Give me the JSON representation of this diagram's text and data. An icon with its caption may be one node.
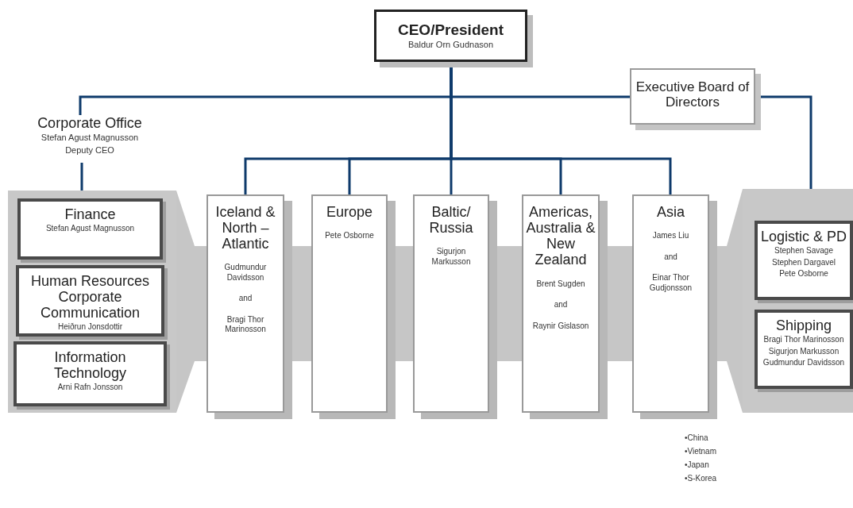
{
  "diagram": {
    "nodes": [
      {
        "text": [
          "CEO/President",
          "Baldur Orn Gudnason"
        ]
      },
      {
        "text": [
          "Executive Board of Directors"
        ]
      },
      {
        "text": [
          "Corporate Office",
          "Stefan Agust Magnusson",
          "Deputy CEO"
        ]
      },
      {
        "text": [],
        "shape": "box"
      },
      {
        "text": [
          "Finance",
          "Stefan Agust Magnusson"
        ],
        "in": 3
      },
      {
        "text": [
          "Human Resources Corporate Communication",
          "Heiðrun Jonsdottir"
        ],
        "in": 3
      },
      {
        "text": [
          "Information Technology",
          "Arni Rafn Jonsson"
        ],
        "in": 3
      },
      {
        "text": [
          "Iceland & North – Atlantic",
          "Gudmundur Davidsson",
          "and",
          "Bragi Thor Marinosson"
        ]
      },
      {
        "text": [
          "Europe",
          "Pete Osborne"
        ]
      },
      {
        "text": [
          "Baltic/ Russia",
          "Sigurjon Markusson"
        ]
      },
      {
        "text": [
          "Americas, Australia & New Zealand",
          "Brent Sugden",
          "and",
          "Raynir Gislason"
        ]
      },
      {
        "text": [
          "Asia",
          "James Liu",
          "and",
          "Einar Thor Gudjonsson"
        ]
      },
      {
        "text": [],
        "shape": "box"
      },
      {
        "text": [
          "Logistic & PD",
          "Stephen Savage",
          "Stephen Dargavel",
          "Pete Osborne"
        ],
        "in": 12
      },
      {
        "text": [
          "Shipping",
          "Bragi Thor Marinosson",
          "Sigurjon Markusson",
          "Gudmundur Davidsson"
        ],
        "in": 12
      }
    ],
    "edges": [
      {
        "from": 0,
        "to": 2,
        "arrow": "none"
      },
      {
        "from": 0,
        "to": 1,
        "arrow": "none"
      },
      {
        "from": 1,
        "to": 12,
        "arrow": "none"
      },
      {
        "from": 2,
        "to": 3,
        "arrow": "none"
      },
      {
        "from": 0,
        "to": 7,
        "arrow": "none"
      },
      {
        "from": 0,
        "to": 8,
        "arrow": "none"
      },
      {
        "from": 0,
        "to": 9,
        "arrow": "none"
      },
      {
        "from": 0,
        "to": 10,
        "arrow": "none"
      },
      {
        "from": 0,
        "to": 11,
        "arrow": "none"
      }
    ],
    "labels": [
      "•China",
      "•Vietnam",
      "•Japan",
      "•S-Korea"
    ]
  }
}
